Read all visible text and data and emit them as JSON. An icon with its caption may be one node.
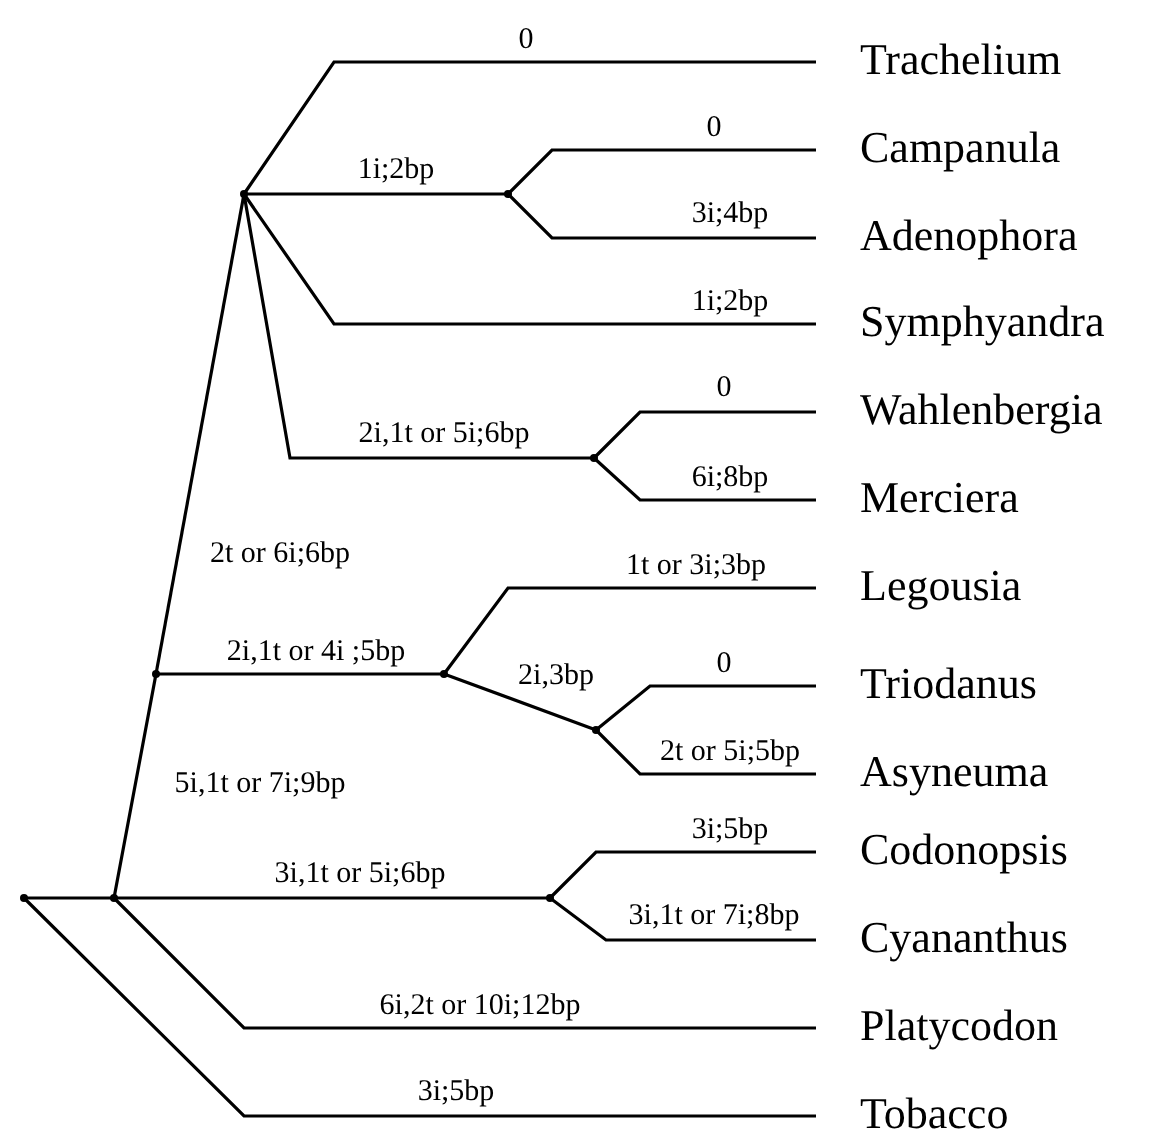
{
  "diagram": {
    "nodes": [
      {
        "text": [
          "Trachelium"
        ]
      },
      {
        "text": [
          "Campanula"
        ]
      },
      {
        "text": [
          "Adenophora"
        ]
      },
      {
        "text": [
          "Symphyandra"
        ]
      },
      {
        "text": [
          "Wahlenbergia"
        ]
      },
      {
        "text": [
          "Merciera"
        ]
      },
      {
        "text": [
          "Legousia"
        ]
      },
      {
        "text": [
          "Triodanus"
        ]
      },
      {
        "text": [
          "Asyneuma"
        ]
      },
      {
        "text": [
          "Codonopsis"
        ]
      },
      {
        "text": [
          "Cyananthus"
        ]
      },
      {
        "text": [
          "Platycodon"
        ]
      },
      {
        "text": [
          "Tobacco"
        ]
      },
      {
        "text": [],
        "shape": "point"
      },
      {
        "text": [],
        "shape": "point"
      },
      {
        "text": [],
        "shape": "point"
      },
      {
        "text": [],
        "shape": "point"
      },
      {
        "text": [],
        "shape": "point"
      },
      {
        "text": [],
        "shape": "point"
      },
      {
        "text": [],
        "shape": "point"
      },
      {
        "text": [],
        "shape": "point"
      },
      {
        "text": [],
        "shape": "point"
      }
    ],
    "edges": [
      {
        "from": 13,
        "to": 14,
        "arrow": "none"
      },
      {
        "from": 13,
        "to": 12,
        "arrow": "none",
        "label": "3i;5bp"
      },
      {
        "from": 14,
        "to": 11,
        "arrow": "none",
        "label": "6i,2t or 10i;12bp"
      },
      {
        "from": 14,
        "to": 19,
        "arrow": "none",
        "label": "3i,1t or 5i;6bp"
      },
      {
        "from": 19,
        "to": 9,
        "arrow": "none",
        "label": "3i;5bp"
      },
      {
        "from": 19,
        "to": 10,
        "arrow": "none",
        "label": "3i,1t or 7i;8bp"
      },
      {
        "from": 14,
        "to": 15,
        "arrow": "none",
        "label": "5i,1t or 7i;9bp"
      },
      {
        "from": 15,
        "to": 17,
        "arrow": "none",
        "label": "2i,1t or 4i ;5bp"
      },
      {
        "from": 17,
        "to": 6,
        "arrow": "none",
        "label": "1t or 3i;3bp"
      },
      {
        "from": 17,
        "to": 21,
        "arrow": "none",
        "label": "2i,3bp"
      },
      {
        "from": 21,
        "to": 7,
        "arrow": "none",
        "label": "0"
      },
      {
        "from": 21,
        "to": 8,
        "arrow": "none",
        "label": "2t or 5i;5bp"
      },
      {
        "from": 15,
        "to": 16,
        "arrow": "none",
        "label": "2t or 6i;6bp"
      },
      {
        "from": 16,
        "to": 0,
        "arrow": "none",
        "label": "0"
      },
      {
        "from": 16,
        "to": 18,
        "arrow": "none",
        "label": "1i;2bp"
      },
      {
        "from": 18,
        "to": 1,
        "arrow": "none",
        "label": "0"
      },
      {
        "from": 18,
        "to": 2,
        "arrow": "none",
        "label": "3i;4bp"
      },
      {
        "from": 16,
        "to": 3,
        "arrow": "none",
        "label": "1i;2bp"
      },
      {
        "from": 16,
        "to": 20,
        "arrow": "none",
        "label": "2i,1t or 5i;6bp"
      },
      {
        "from": 20,
        "to": 4,
        "arrow": "none",
        "label": "0"
      },
      {
        "from": 20,
        "to": 5,
        "arrow": "none",
        "label": "6i;8bp"
      }
    ]
  }
}
